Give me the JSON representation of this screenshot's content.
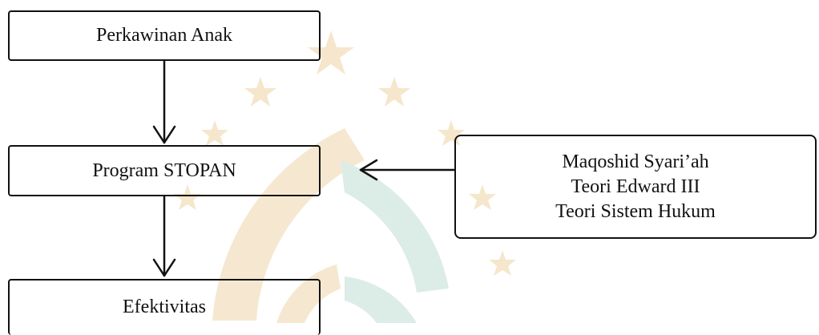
{
  "diagram": {
    "nodes": {
      "perkawinan": "Perkawinan Anak",
      "stopan": "Program STOPAN",
      "theories": [
        "Maqoshid Syari’ah",
        "Teori Edward III",
        "Teori Sistem Hukum"
      ],
      "efektivitas": "Efektivitas"
    },
    "edges": [
      {
        "from": "Perkawinan Anak",
        "to": "Program STOPAN"
      },
      {
        "from": "Maqoshid Syari’ah / Teori Edward III / Teori Sistem Hukum",
        "to": "Program STOPAN"
      },
      {
        "from": "Program STOPAN",
        "to": "Efektivitas"
      }
    ],
    "colors": {
      "line": "#111111",
      "watermark_gold": "#f3e2c4",
      "watermark_green": "#d7ebe4"
    }
  }
}
